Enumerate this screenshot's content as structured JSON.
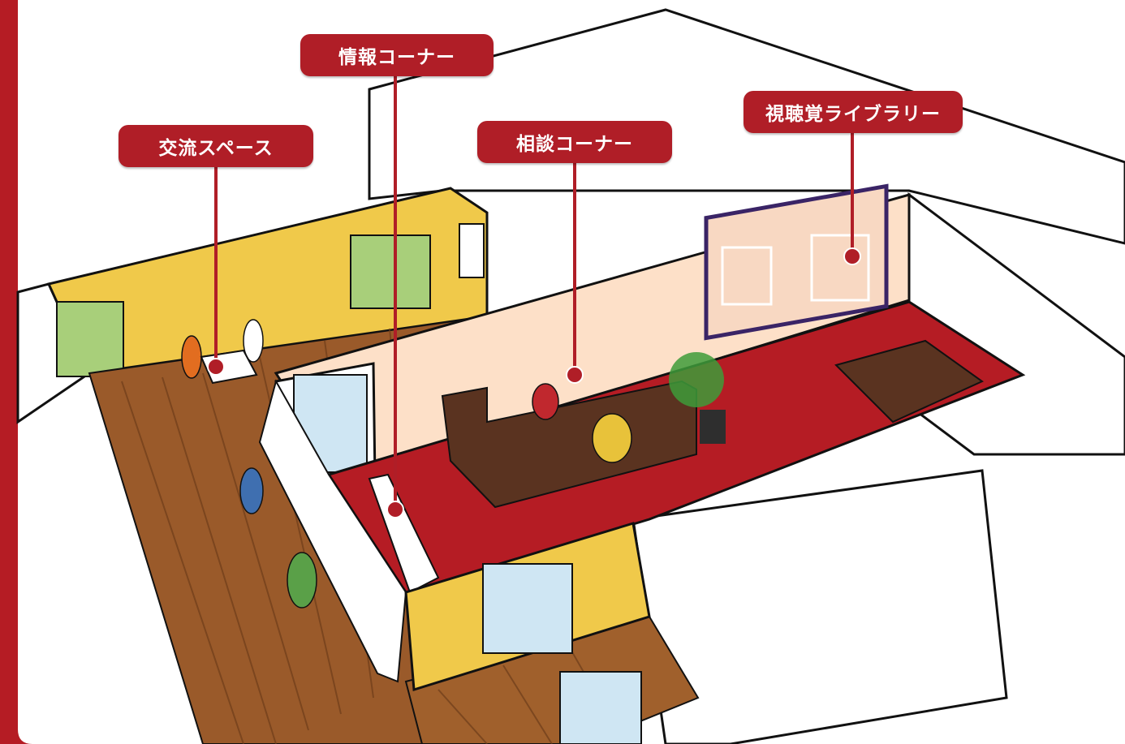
{
  "colors": {
    "frame": "#b51c24",
    "label_bg": "#b01e27",
    "label_text": "#ffffff",
    "carpet": "#b51c24",
    "floor_wood": "#9a5a2a",
    "wall_yellow": "#f0c94a",
    "wall_peach": "#fde0c8",
    "structure_white": "#ffffff",
    "outline": "#111111"
  },
  "callouts": [
    {
      "id": "exchange-space",
      "label": "交流スペース"
    },
    {
      "id": "info-corner",
      "label": "情報コーナー"
    },
    {
      "id": "consultation-corner",
      "label": "相談コーナー"
    },
    {
      "id": "av-library",
      "label": "視聴覚ライブラリー"
    }
  ]
}
